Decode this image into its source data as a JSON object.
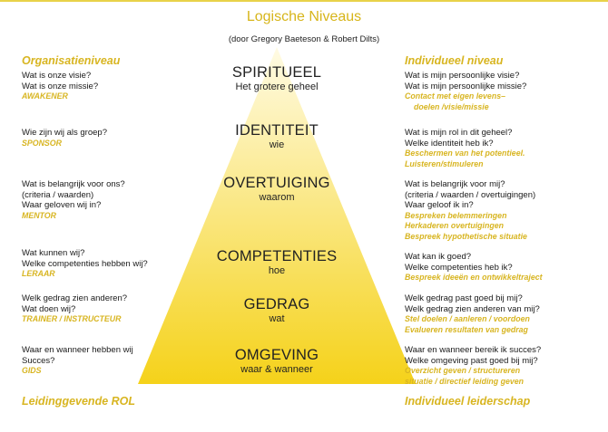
{
  "title": "Logische Niveaus",
  "subtitle": "(door Gregory Baeteson & Robert Dilts)",
  "left_header": "Organisatieniveau",
  "right_header": "Individueel niveau",
  "left_footer": "Leidinggevende ROL",
  "right_footer": "Individueel leiderschap",
  "colors": {
    "accent": "#d8b521",
    "pyramid_top": "#fffbe4",
    "pyramid_bottom": "#f5d21a"
  },
  "levels": [
    {
      "name": "SPIRITUEEL",
      "sub": "Het grotere geheel"
    },
    {
      "name": "IDENTITEIT",
      "sub": "wie"
    },
    {
      "name": "OVERTUIGING",
      "sub": "waarom"
    },
    {
      "name": "COMPETENTIES",
      "sub": "hoe"
    },
    {
      "name": "GEDRAG",
      "sub": "wat"
    },
    {
      "name": "OMGEVING",
      "sub": "waar & wanneer"
    }
  ],
  "left": [
    {
      "lines": [
        "Wat is onze visie?",
        "Wat is onze missie?"
      ],
      "accent": [
        "AWAKENER"
      ]
    },
    {
      "lines": [
        "Wie zijn wij als groep?"
      ],
      "accent": [
        "SPONSOR"
      ]
    },
    {
      "lines": [
        "Wat is belangrijk voor ons?",
        "(criteria / waarden)",
        "Waar geloven wij in?"
      ],
      "accent": [
        "MENTOR"
      ]
    },
    {
      "lines": [
        "Wat kunnen wij?",
        "Welke competenties hebben wij?"
      ],
      "accent": [
        "LERAAR"
      ]
    },
    {
      "lines": [
        "Welk gedrag zien anderen?",
        "Wat doen wij?"
      ],
      "accent": [
        "TRAINER / INSTRUCTEUR"
      ]
    },
    {
      "lines": [
        "Waar en wanneer hebben wij",
        "Succes?"
      ],
      "accent": [
        "GIDS"
      ]
    }
  ],
  "right": [
    {
      "lines": [
        "Wat is mijn persoonlijke visie?",
        "Wat is mijn persoonlijke missie?"
      ],
      "accent": [
        "Contact met eigen levens–",
        "doelen /visie/missie"
      ]
    },
    {
      "lines": [
        "Wat is mijn rol in dit geheel?",
        "Welke identiteit heb ik?"
      ],
      "accent": [
        "Beschermen van het potentieel.",
        "Luisteren/stimuleren"
      ]
    },
    {
      "lines": [
        "Wat is belangrijk voor mij?",
        "(criteria / waarden / overtuigingen)",
        "Waar geloof ik in?"
      ],
      "accent": [
        "Bespreken belemmeringen",
        "Herkaderen overtuigingen",
        "Bespreek hypothetische situatie"
      ]
    },
    {
      "lines": [
        "Wat kan ik goed?",
        "Welke competenties heb ik?"
      ],
      "accent": [
        "Bespreek ideeën en ontwikkeltraject"
      ]
    },
    {
      "lines": [
        "Welk gedrag past goed bij mij?",
        "Welk gedrag zien anderen van mij?"
      ],
      "accent": [
        "Stel doelen / aanleren / voordoen",
        "Evalueren resultaten van gedrag"
      ]
    },
    {
      "lines": [
        "Waar en wanneer bereik ik succes?",
        "Welke omgeving past goed bij mij?"
      ],
      "accent": [
        "Overzicht geven / structureren",
        "situatie / directief leiding geven"
      ]
    }
  ]
}
